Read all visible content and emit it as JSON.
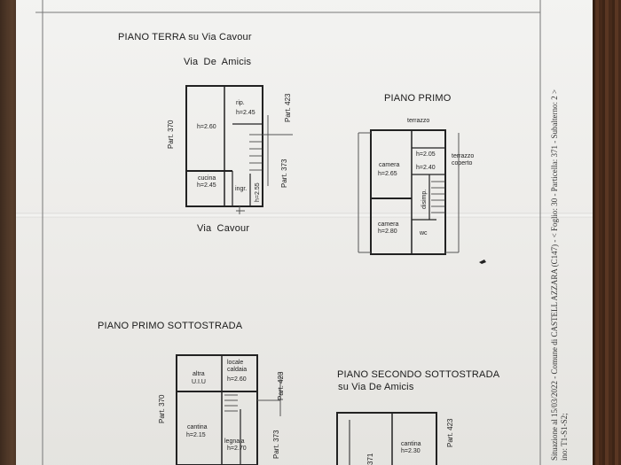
{
  "plans": {
    "terra": {
      "title": "PIANO TERRA su Via Cavour",
      "street_top": "Via De Amicis",
      "street_bottom": "Via Cavour",
      "part_left": "Part. 370",
      "part_right_top": "Part. 423",
      "part_right_bottom": "Part. 373",
      "rooms": [
        "h=2.60",
        "rip.",
        "h=2.45",
        "cucina",
        "h=2.45",
        "ingr.",
        "h=2.55"
      ]
    },
    "primo": {
      "title": "PIANO PRIMO",
      "rooms": [
        "terrazzo",
        "camera",
        "h=2.65",
        "h=2.05",
        "h=2.40",
        "terrazzo",
        "coperto",
        "disimp.",
        "camera",
        "h=2.80",
        "wc"
      ]
    },
    "primo_sottostrada": {
      "title": "PIANO PRIMO SOTTOSTRADA",
      "part_left": "Part. 370",
      "part_right_top": "Part. 423",
      "part_right_bottom": "Part. 373",
      "rooms": [
        "altra",
        "U.I.U",
        "locale",
        "caldaia",
        "h=2.60",
        "cantina",
        "h=2.15",
        "legnaia",
        "h=2.70"
      ]
    },
    "secondo_sottostrada": {
      "title": "PIANO SECONDO SOTTOSTRADA",
      "subtitle": "su Via De Amicis",
      "part_left": "371",
      "part_right": "Part. 423",
      "rooms": [
        "cantina",
        "h=2.30"
      ]
    }
  },
  "margin_text": {
    "line1": "Situazione al 15/03/2022 - Comune di CASTELL AZZARA (C147) - < Foglio: 30 - Particella: 371 - Subalterno: 2 >",
    "line2": "ino: T1-S1-S2;"
  }
}
